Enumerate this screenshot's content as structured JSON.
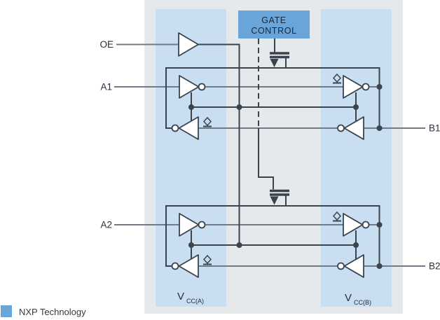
{
  "colors": {
    "accent_blue": "#69a5d9",
    "band_blue": "#c9def1",
    "panel_gray": "#e6e9ec",
    "line_dark": "#3a444f",
    "line_gray": "#707b87",
    "text_dark": "#252f3a"
  },
  "gate_control": {
    "line1": "GATE",
    "line2": "CONTROL"
  },
  "ports": {
    "oe": "OE",
    "a1": "A1",
    "a2": "A2",
    "b1": "B1",
    "b2": "B2"
  },
  "supplies": {
    "vcc_a": {
      "base": "V",
      "sub": "CC(A)"
    },
    "vcc_b": {
      "base": "V",
      "sub": "CC(B)"
    }
  },
  "legend": {
    "label": "NXP Technology"
  }
}
